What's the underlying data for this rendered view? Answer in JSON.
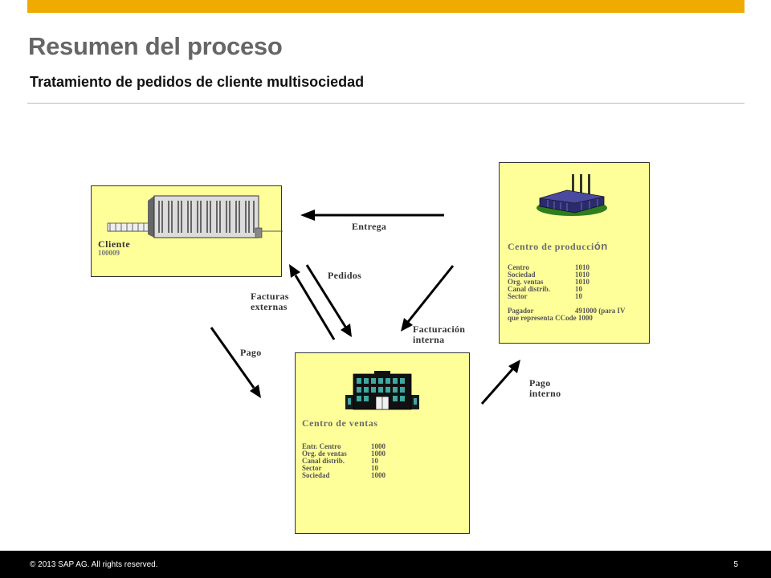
{
  "header": {
    "title": "Resumen del proceso",
    "subtitle": "Tratamiento de pedidos de cliente multisociedad"
  },
  "colors": {
    "accent_bar": "#f0ab00",
    "box_fill": "#ffff99",
    "footer_bg": "#000000"
  },
  "diagram": {
    "customer": {
      "title": "Cliente",
      "id": "100009",
      "icon": "office-building-icon"
    },
    "production_plant": {
      "title": "Centro de producci",
      "title_end": "ón",
      "icon": "factory-icon",
      "fields": [
        {
          "key": "Centro",
          "value": "1010"
        },
        {
          "key": "Sociedad",
          "value": "1010"
        },
        {
          "key": "Org. ventas",
          "value": "1010"
        },
        {
          "key": "Canal distrib.",
          "value": "10"
        },
        {
          "key": "Sector",
          "value": "10"
        }
      ],
      "payer_key": "Pagador",
      "payer_value": "491000 (para IV",
      "payer_note": "que representa CCode 1000"
    },
    "sales_center": {
      "title": "Centro de ventas",
      "icon": "sales-office-building-icon",
      "fields": [
        {
          "key": "Entr. Centro",
          "value": "1000"
        },
        {
          "key": "Org. de ventas",
          "value": "1000"
        },
        {
          "key": "Canal distrib.",
          "value": "10"
        },
        {
          "key": "Sector",
          "value": "10"
        },
        {
          "key": "Sociedad",
          "value": "1000"
        }
      ]
    },
    "flows": {
      "entrega": "Entrega",
      "pedidos": "Pedidos",
      "facturas_line1": "Facturas",
      "facturas_line2": "externas",
      "facturacion_line1": "Facturación",
      "facturacion_line2": "interna",
      "pago": "Pago",
      "pago_interno_line1": "Pago",
      "pago_interno_line2": "interno"
    }
  },
  "footer": {
    "copyright": "© 2013 SAP AG. All rights reserved.",
    "page_number": "5"
  }
}
